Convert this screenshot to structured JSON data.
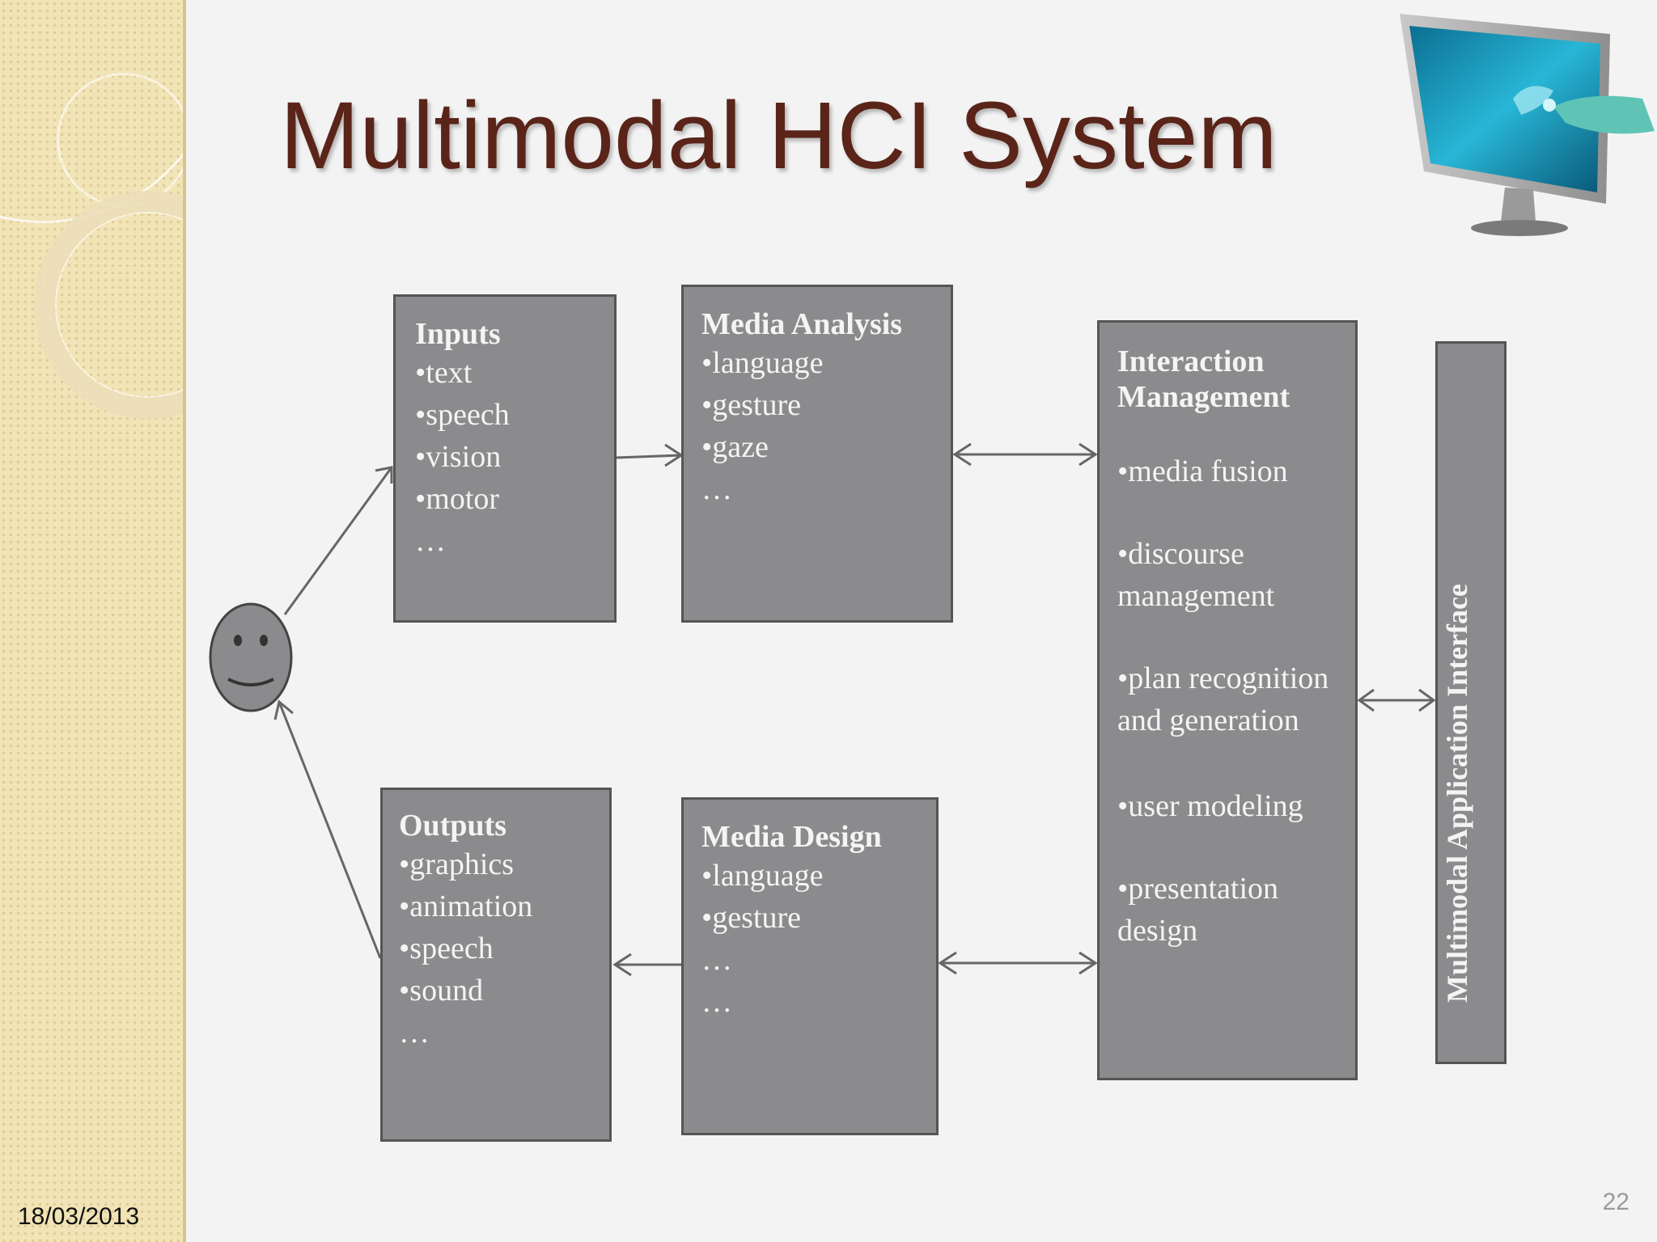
{
  "slide": {
    "title": "Multimodal HCI System",
    "date": "18/03/2013",
    "page_number": "22"
  },
  "diagram": {
    "inputs": {
      "title": "Inputs",
      "items": [
        "•text",
        "•speech",
        "•vision",
        "•motor",
        "…"
      ]
    },
    "media_analysis": {
      "title": "Media Analysis",
      "items": [
        "•language",
        "•gesture",
        "•gaze",
        "…"
      ]
    },
    "interaction_management": {
      "title_line1": "Interaction",
      "title_line2": "Management",
      "items": [
        "•media fusion",
        "•discourse",
        "management",
        "•plan recognition",
        "and generation",
        "•user modeling",
        "•presentation",
        "design"
      ]
    },
    "outputs": {
      "title": "Outputs",
      "items": [
        "•graphics",
        "•animation",
        "•speech",
        "•sound",
        "…"
      ]
    },
    "media_design": {
      "title": "Media Design",
      "items": [
        "•language",
        "•gesture",
        "…",
        "…"
      ]
    },
    "application_interface": {
      "label": "Multimodal Application Interface"
    }
  },
  "icons": {
    "user": "smiley-face-icon",
    "monitor": "touchscreen-monitor-icon"
  },
  "colors": {
    "title": "#5a2419",
    "box_fill": "#8b8b8d",
    "box_text": "#f4f4f4",
    "strip": "#f1e4b6"
  }
}
